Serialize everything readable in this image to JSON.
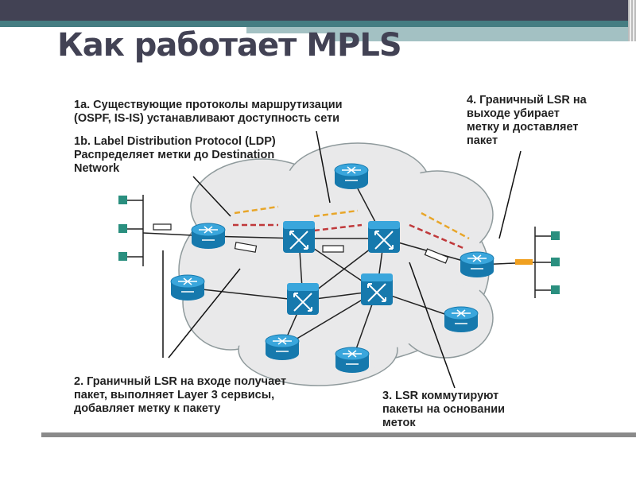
{
  "slide": {
    "title": "Как работает MPLS"
  },
  "notes": {
    "n1a": [
      "1a. Существующие протоколы маршрутизации",
      "(OSPF, IS-IS) устанавливают доступность сети"
    ],
    "n1b": [
      "1b. Label Distribution Protocol (LDP)",
      "Распределяет метки до Destination",
      "Network"
    ],
    "n2": [
      "2. Граничный LSR на входе получает",
      "пакет, выполняет Layer 3 сервисы,",
      "добавляет метку к пакету"
    ],
    "n3": [
      "3. LSR коммутируют",
      "пакеты на основании",
      "меток"
    ],
    "n4": [
      "4. Граничный LSR на",
      "выходе убирает",
      "метку  и доставляет",
      "пакет"
    ]
  },
  "colors": {
    "router": "#1f8fc4",
    "ldp_arrow": "#e8a62a",
    "routing_arrow": "#c0393b",
    "host": "#2a8f7f",
    "label": "#f0a020"
  }
}
